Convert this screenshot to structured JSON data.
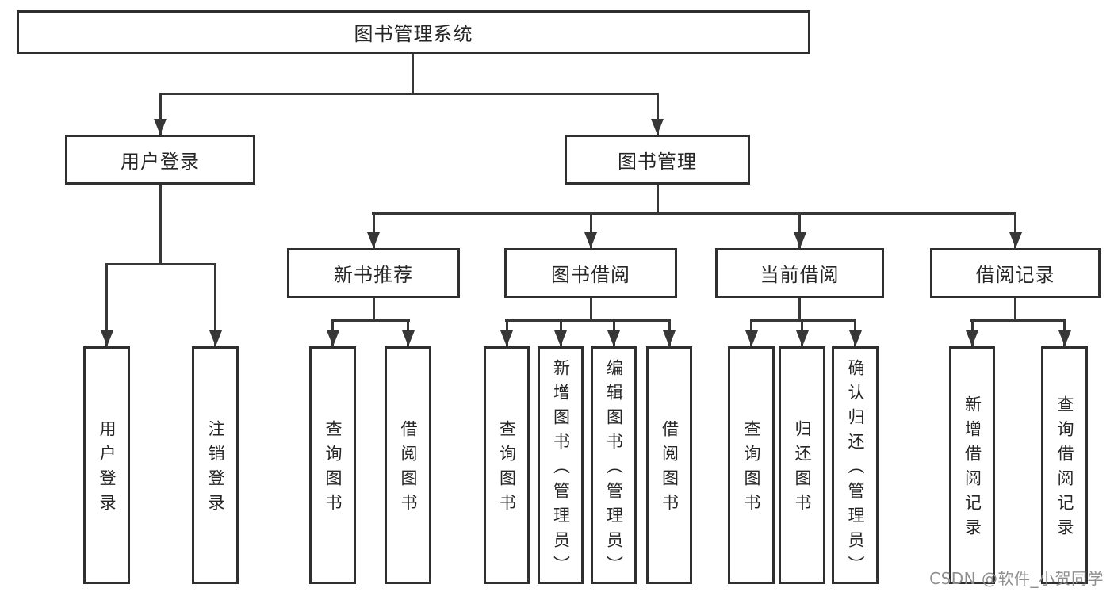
{
  "nodes": {
    "root": {
      "label": "图书管理系统"
    },
    "level2": [
      {
        "label": "用户登录"
      },
      {
        "label": "图书管理"
      }
    ],
    "level3": [
      {
        "label": "新书推荐"
      },
      {
        "label": "图书借阅"
      },
      {
        "label": "当前借阅"
      },
      {
        "label": "借阅记录"
      }
    ],
    "leaves_login": [
      {
        "label": "用户登录"
      },
      {
        "label": "注销登录"
      }
    ],
    "leaves_recommend": [
      {
        "label": "查询图书"
      },
      {
        "label": "借阅图书"
      }
    ],
    "leaves_borrow": [
      {
        "label": "查询图书"
      },
      {
        "label": "新增图书（管理员）"
      },
      {
        "label": "编辑图书（管理员）"
      },
      {
        "label": "借阅图书"
      }
    ],
    "leaves_current": [
      {
        "label": "查询图书"
      },
      {
        "label": "归还图书"
      },
      {
        "label": "确认归还（管理员）"
      }
    ],
    "leaves_records": [
      {
        "label": "新增借阅记录"
      },
      {
        "label": "查询借阅记录"
      }
    ]
  },
  "watermark": {
    "text": "CSDN @软件_小贺同学"
  },
  "colors": {
    "line": "#373737",
    "box_border": "#2f2f2f",
    "text": "#262626",
    "watermark": "#8f8f8f",
    "background": "#ffffff"
  }
}
